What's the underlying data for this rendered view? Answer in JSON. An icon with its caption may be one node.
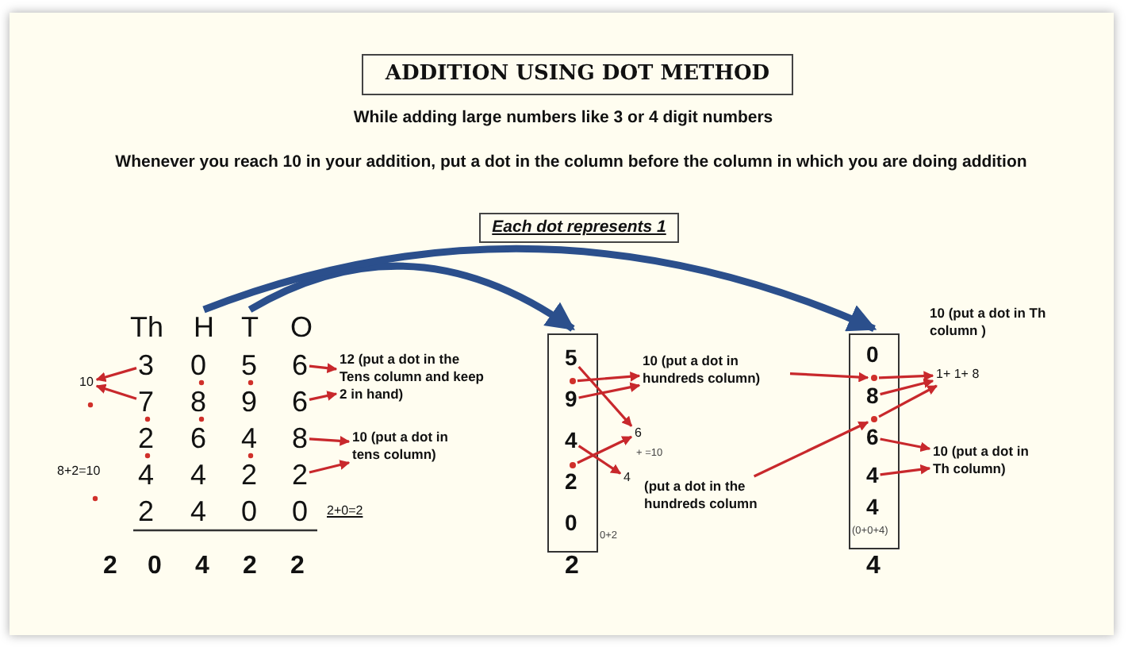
{
  "diagram": {
    "title": "ADDITION USING DOT METHOD",
    "nodes": [
      {
        "text": [
          "H"
        ]
      },
      {
        "text": [
          "T"
        ]
      },
      {
        "text": [
          "3"
        ]
      },
      {
        "text": [
          "6"
        ]
      },
      {
        "text": [
          "7"
        ]
      },
      {
        "text": [
          "6"
        ]
      },
      {
        "text": [
          "8"
        ]
      },
      {
        "text": [
          "2"
        ]
      },
      {
        "text": [
          "10"
        ]
      },
      {
        "text": [
          "12 (put a dot in the Tens column and keep 2 in hand)"
        ]
      },
      {
        "text": [
          "10 (put a dot in tens column)"
        ]
      },
      {
        "text": [],
        "shape": "box"
      },
      {
        "text": [
          "5"
        ],
        "in": 11
      },
      {
        "text": [],
        "shape": "circle",
        "in": 11
      },
      {
        "text": [
          "9"
        ],
        "in": 11
      },
      {
        "text": [
          "4"
        ],
        "in": 11
      },
      {
        "text": [],
        "shape": "circle",
        "in": 11
      },
      {
        "text": [
          "2"
        ],
        "in": 11
      },
      {
        "text": [
          "0"
        ],
        "in": 11
      },
      {
        "text": [
          "10 (put a dot in hundreds column)"
        ]
      },
      {
        "text": [
          "6"
        ]
      },
      {
        "text": [
          "4"
        ]
      },
      {
        "text": [
          "(put a dot in the hundreds column"
        ]
      },
      {
        "text": [],
        "shape": "box"
      },
      {
        "text": [
          "0"
        ],
        "in": 23
      },
      {
        "text": [],
        "shape": "circle",
        "in": 23
      },
      {
        "text": [
          "8"
        ],
        "in": 23
      },
      {
        "text": [],
        "shape": "circle",
        "in": 23
      },
      {
        "text": [
          "6"
        ],
        "in": 23
      },
      {
        "text": [
          "4"
        ],
        "in": 23
      },
      {
        "text": [
          "4"
        ],
        "in": 23
      },
      {
        "text": [
          "1+ 1+ 8"
        ]
      },
      {
        "text": [
          "10 (put a dot in Th column)"
        ]
      }
    ],
    "edges": [
      {
        "from": 1,
        "to": 11,
        "arrow": "to",
        "style": "thick",
        "color": "#2b4f8c"
      },
      {
        "from": 0,
        "to": 23,
        "arrow": "to",
        "style": "thick",
        "color": "#2b4f8c"
      },
      {
        "from": 2,
        "to": 8,
        "arrow": "to"
      },
      {
        "from": 4,
        "to": 8,
        "arrow": "to"
      },
      {
        "from": 3,
        "to": 9,
        "arrow": "to"
      },
      {
        "from": 5,
        "to": 9,
        "arrow": "to"
      },
      {
        "from": 6,
        "to": 10,
        "arrow": "to"
      },
      {
        "from": 7,
        "to": 10,
        "arrow": "to"
      },
      {
        "from": 13,
        "to": 19,
        "arrow": "to"
      },
      {
        "from": 14,
        "to": 19,
        "arrow": "to"
      },
      {
        "from": 12,
        "to": 20,
        "arrow": "to"
      },
      {
        "from": 16,
        "to": 20,
        "arrow": "to"
      },
      {
        "from": 15,
        "to": 21,
        "arrow": "to"
      },
      {
        "from": 19,
        "to": 25,
        "arrow": "to"
      },
      {
        "from": 22,
        "to": 27,
        "arrow": "to"
      },
      {
        "from": 25,
        "to": 31,
        "arrow": "to"
      },
      {
        "from": 26,
        "to": 31,
        "arrow": "to"
      },
      {
        "from": 27,
        "to": 31,
        "arrow": "to"
      },
      {
        "from": 28,
        "to": 32,
        "arrow": "to"
      },
      {
        "from": 29,
        "to": 32,
        "arrow": "to"
      }
    ],
    "labels": [
      "While adding large numbers like 3 or 4 digit numbers",
      "Whenever you reach 10 in your addition, put a dot in the column before the column in which you are doing addition",
      "Each dot represents 1",
      "10 (put a dot in Th column )",
      "Th",
      "O",
      "0",
      "5",
      "8",
      "9",
      "2",
      "6",
      "4",
      "8+2=10",
      "4",
      "4",
      "2",
      "+ =10",
      "2",
      "4",
      "0",
      "0",
      "2+0=2",
      "0+2",
      "(0+0+4)",
      "2",
      "0",
      "4",
      "2",
      "2",
      "2",
      "4"
    ]
  }
}
